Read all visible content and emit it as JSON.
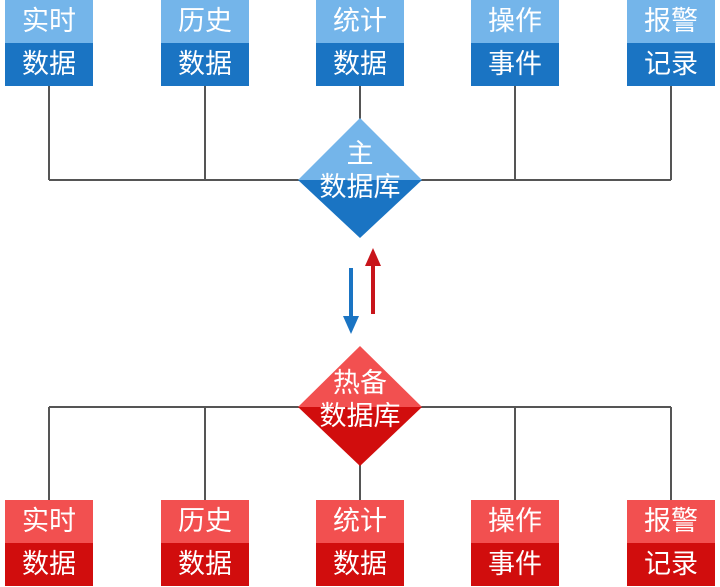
{
  "main_group": {
    "hub_lines": [
      "主",
      "数据库"
    ],
    "boxes": [
      {
        "l1": "实时",
        "l2": "数据"
      },
      {
        "l1": "历史",
        "l2": "数据"
      },
      {
        "l1": "统计",
        "l2": "数据"
      },
      {
        "l1": "操作",
        "l2": "事件"
      },
      {
        "l1": "报警",
        "l2": "记录"
      }
    ]
  },
  "backup_group": {
    "hub_lines": [
      "热备",
      "数据库"
    ],
    "boxes": [
      {
        "l1": "实时",
        "l2": "数据"
      },
      {
        "l1": "历史",
        "l2": "数据"
      },
      {
        "l1": "统计",
        "l2": "数据"
      },
      {
        "l1": "操作",
        "l2": "事件"
      },
      {
        "l1": "报警",
        "l2": "记录"
      }
    ]
  },
  "colors": {
    "main_light": "#74b5ea",
    "main_dark": "#1a74c3",
    "backup_light": "#f25050",
    "backup_dark": "#d10d0d",
    "connector": "#555555",
    "sync_down_arrow": "#1a74c3",
    "sync_up_arrow": "#c8151b"
  }
}
